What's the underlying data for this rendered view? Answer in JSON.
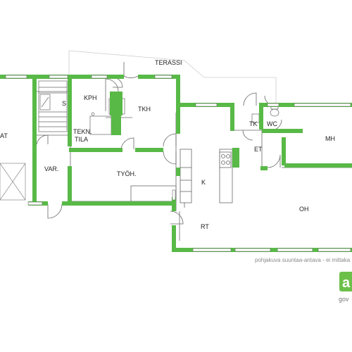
{
  "floorplan": {
    "rooms": {
      "terassi": "TERASSI",
      "kph": "KPH",
      "s": "S",
      "tkh": "TKH",
      "tekn_tila": [
        "TEKN.",
        "TILA"
      ],
      "var": "VAR.",
      "tyoh": "TYÖH.",
      "k": "K",
      "tk": "TK",
      "wc": "WC",
      "et": "ET",
      "mh": "MH",
      "oh": "OH",
      "rt": "RT",
      "at": "AT"
    },
    "note": "pohjakuva suuntaa-antava - ei mittaka",
    "colors": {
      "wall": "#58b947",
      "line": "#666666",
      "brand": "#6cc04a"
    }
  },
  "brand": {
    "logo_letter": "a",
    "name": "gov"
  }
}
